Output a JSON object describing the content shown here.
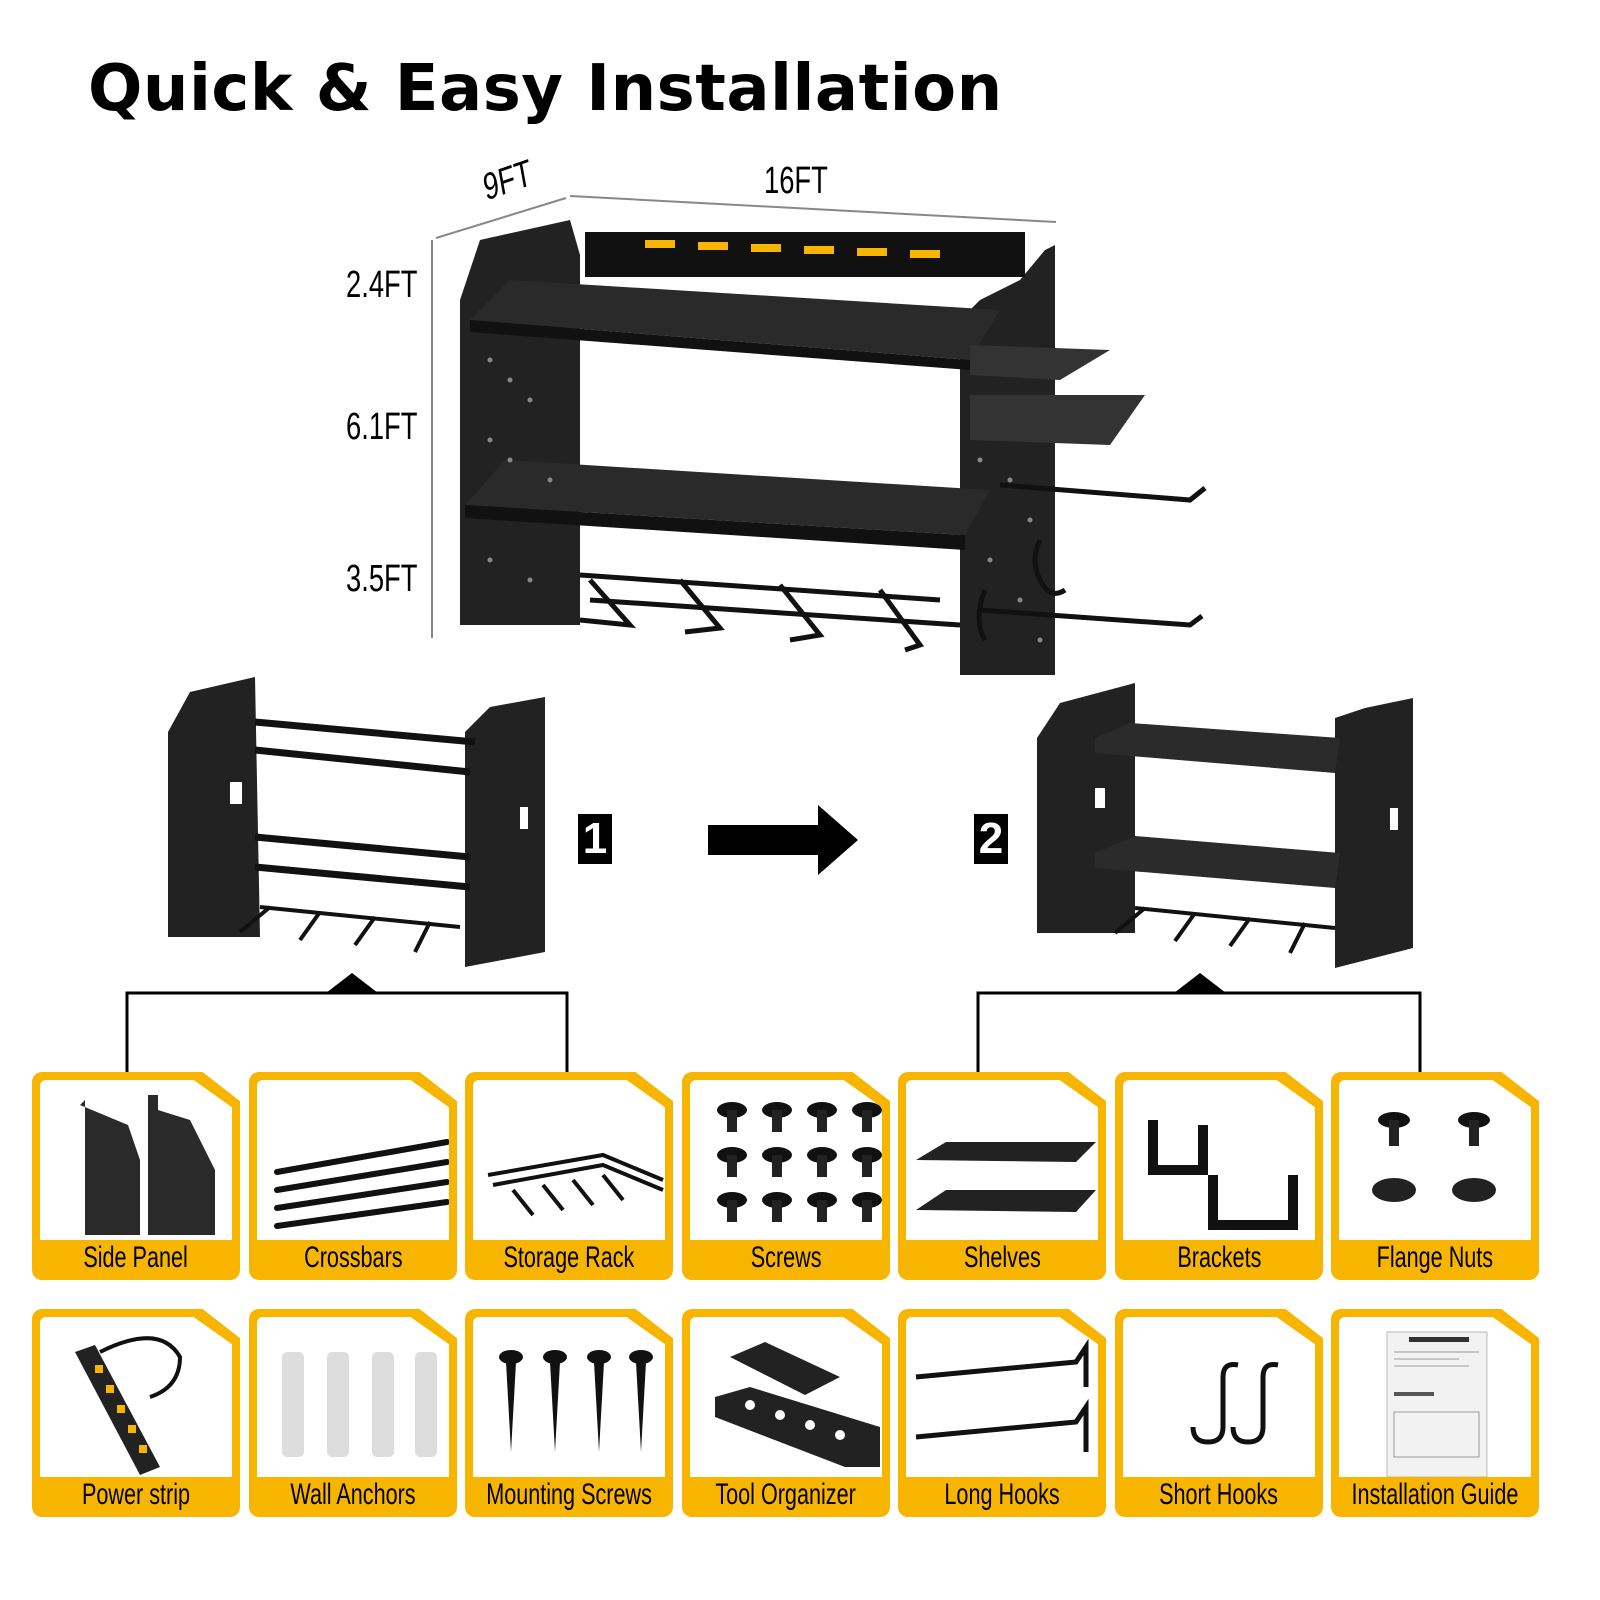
{
  "title": "Quick & Easy Installation",
  "dimensions": {
    "depth": "9FT",
    "width": "16FT",
    "top": "2.4FT",
    "middle": "6.1FT",
    "bottom": "3.5FT"
  },
  "steps": [
    "1",
    "2"
  ],
  "colors": {
    "accent": "#F7B500",
    "text": "#000000"
  },
  "parts": [
    {
      "label": "Side Panel",
      "icon": "side-panel-icon"
    },
    {
      "label": "Crossbars",
      "icon": "crossbars-icon"
    },
    {
      "label": "Storage Rack",
      "icon": "storage-rack-icon"
    },
    {
      "label": "Screws",
      "icon": "screws-icon"
    },
    {
      "label": "Shelves",
      "icon": "shelves-icon"
    },
    {
      "label": "Brackets",
      "icon": "brackets-icon"
    },
    {
      "label": "Flange Nuts",
      "icon": "flange-nuts-icon"
    },
    {
      "label": "Power strip",
      "icon": "power-strip-icon"
    },
    {
      "label": "Wall Anchors",
      "icon": "wall-anchors-icon"
    },
    {
      "label": "Mounting Screws",
      "icon": "mounting-screws-icon"
    },
    {
      "label": "Tool Organizer",
      "icon": "tool-organizer-icon"
    },
    {
      "label": "Long Hooks",
      "icon": "long-hooks-icon"
    },
    {
      "label": "Short Hooks",
      "icon": "short-hooks-icon"
    },
    {
      "label": "Installation Guide",
      "icon": "installation-guide-icon"
    }
  ]
}
